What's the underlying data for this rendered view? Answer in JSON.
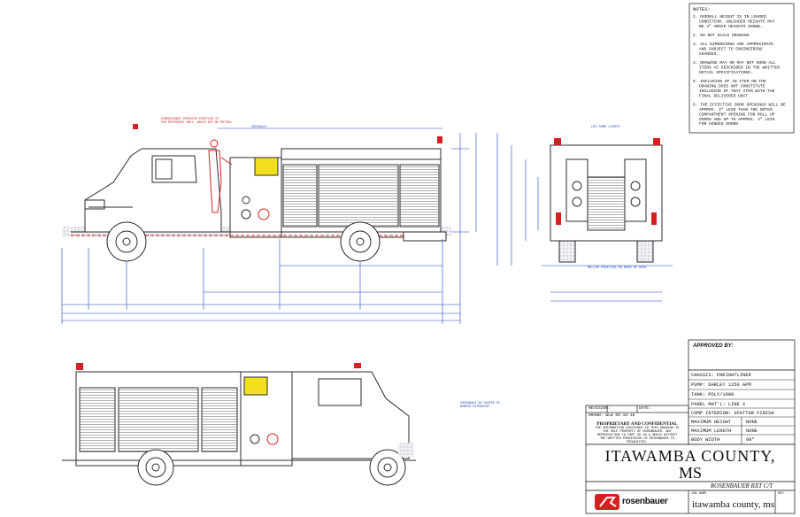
{
  "notes": {
    "heading": "NOTES:",
    "items": [
      [
        "1. OVERALL HEIGHT IS IN LOADED",
        "CONDITION. UNLOADED HEIGHTS MAY",
        "BE 4\" ABOVE HEIGHTS SHOWN."
      ],
      [
        "2. DO NOT SCALE DRAWING."
      ],
      [
        "3. ALL DIMENSIONS ARE APPROXIMATE",
        "AND SUBJECT TO ENGINEERING",
        "CHANGES."
      ],
      [
        "4. DRAWING MAY OR MAY NOT SHOW ALL",
        "ITEMS AS DESCRIBED IN THE WRITTEN",
        "DETAIL SPECIFICATIONS."
      ],
      [
        "5. INCLUSION OF AN ITEM ON THE",
        "DRAWING DOES NOT CONSTITUTE",
        "INCLUSION OF THAT ITEM WITH THE",
        "FINAL DELIVERED UNIT."
      ],
      [
        "6. THE EFFECTIVE DOOR OPENINGS WILL BE",
        "APPROX. 3\" LESS THAN THE NOTED",
        "COMPARTMENT OPENING FOR ROLL UP",
        "DOORS AND UP TO APPROX. 4\" LESS",
        "FOR HINGED DOORS"
      ]
    ]
  },
  "approved_by": "APPROVED BY:",
  "specs": [
    {
      "label": "CHASSIS:",
      "value": "FREIGHTLINER"
    },
    {
      "label": "PUMP:",
      "value": "DARLEY 1250 GPM"
    },
    {
      "label": "TANK:",
      "value": "POLY/1000"
    },
    {
      "label": "PANEL MAT'L:",
      "value": "LINE X"
    },
    {
      "label": "COMP INTERIOR:",
      "value": "SPATTER FINISH"
    },
    {
      "label": "MAXIMUM HEIGHT",
      "value": "NONE"
    },
    {
      "label": "MAXIMUM LENGTH",
      "value": "NONE"
    },
    {
      "label": "BODY WIDTH",
      "value": "98\""
    }
  ],
  "revision": {
    "revision_label": "REVISION:",
    "date_label": "DATE:",
    "drawn_label": "DRAWN:",
    "drawn_value": "WLW",
    "date_value": "09-16-18"
  },
  "proprietary": {
    "title": "PROPRIETARY AND CONFIDENTIAL",
    "body": [
      "THE INFORMATION CONTAINED IN THIS DRAWING IS",
      "THE SOLE PROPERTY OF ROSENBAUER. ANY",
      "REPRODUCTION IN PART OR AS A WHOLE WITHOUT",
      "THE WRITTEN PERMISSION OF ROSENBAUER IS",
      "PROHIBITED."
    ]
  },
  "customer": {
    "line1": "ITAWAMBA COUNTY,",
    "line2": "MS"
  },
  "model": "ROSENBAUER RXT C/T",
  "brand": "rosenbauer",
  "job_label": "JOB NAME",
  "job_value": "itawamba county, ms",
  "sheet_label": "REV",
  "annotations": {
    "operator": [
      "DIMENSIONED OPERATOR POSITION IS",
      "FOR REFERENCE ONLY. WOULD NOT BE MOTION"
    ],
    "side_label": "CROSSLAY",
    "rear_label": "LED DOME LIGHTS",
    "rear_bottom": "ROLLER POSITION ON REAR OF BODY",
    "low_label": "CROSSWALK IN CENTER OF BUMPER EXTENSION"
  },
  "colors": {
    "line": "#2b2b2b",
    "dim": "#1f3fbf",
    "hidden": "#d42020",
    "accent_yellow": "#f2df1e"
  }
}
